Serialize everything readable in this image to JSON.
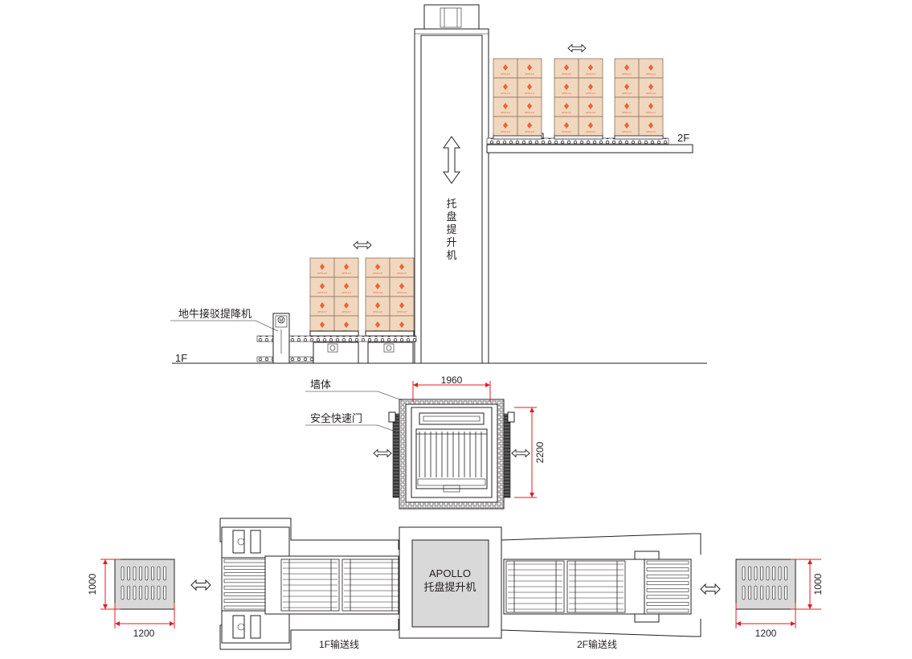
{
  "colors": {
    "line": "#231f20",
    "dimension": "#e11d26",
    "box_fill": "#f1d7bd",
    "box_stroke": "#8a7464",
    "logo": "#e8643a",
    "lift_panel": "#d9d9d9"
  },
  "elevation": {
    "lift_vertical_label": [
      "托",
      "盘",
      "提",
      "升",
      "机"
    ],
    "floor_1f": "1F",
    "floor_2f": "2F",
    "ground_machine_label": "地牛接驳提降机",
    "motor_symbol": "M",
    "box_logo": "APOLLO"
  },
  "plan_lift": {
    "wall_label": "墙体",
    "door_label": "安全快速门",
    "width_dim": "1960",
    "depth_dim": "2200"
  },
  "layout": {
    "lift_name": "APOLLO",
    "lift_subtitle": "托盘提升机",
    "conveyor_1f": "1F输送线",
    "conveyor_2f": "2F输送线",
    "left_pallet": {
      "length": "1000",
      "width": "1200"
    },
    "right_pallet": {
      "length": "1000",
      "width": "1200"
    }
  },
  "icons": [
    "double-arrow-horizontal-icon",
    "double-arrow-vertical-icon",
    "motor-icon"
  ]
}
